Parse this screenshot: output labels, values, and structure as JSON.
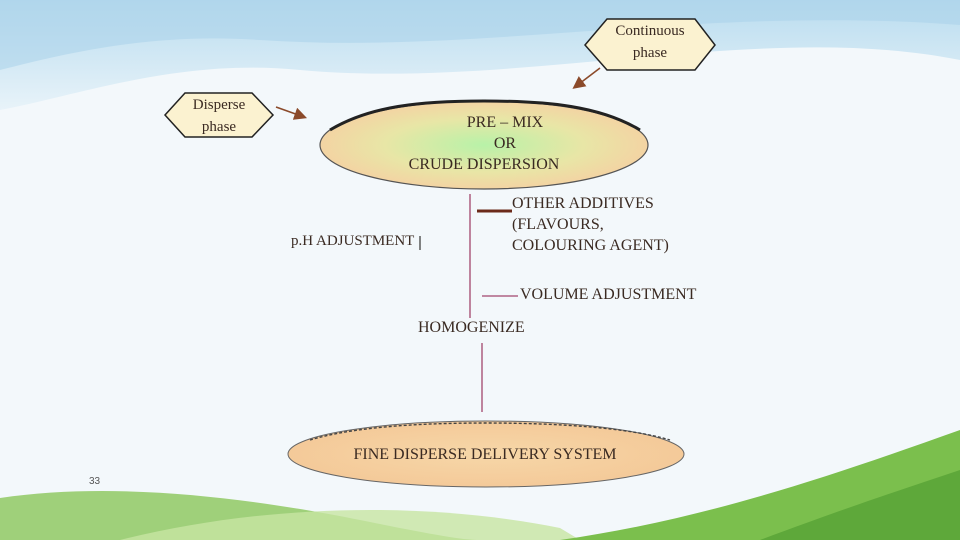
{
  "slide": {
    "number": "33",
    "colors": {
      "ellipse_fill": "#f6cfa2",
      "ellipse_glow": "#b8f2a8",
      "line_color": "#a2456d",
      "arrow_color": "#8b4a2a",
      "hex_fill": "#fbf2d0",
      "text_color": "#3a2a22"
    }
  },
  "diagram": {
    "continuous_phase": {
      "line1": "Continuous",
      "line2": "phase"
    },
    "disperse_phase": {
      "line1": "Disperse",
      "line2": "phase"
    },
    "premix": {
      "line1": "PRE – MIX",
      "line2": "OR",
      "line3": "CRUDE DISPERSION"
    },
    "ph_adjustment": "p.H ADJUSTMENT",
    "other_additives": {
      "line1": "OTHER ADDITIVES",
      "line2": "(FLAVOURS,",
      "line3": "COLOURING AGENT)"
    },
    "volume_adjustment": "VOLUME ADJUSTMENT",
    "homogenize": "HOMOGENIZE",
    "final": "FINE DISPERSE DELIVERY SYSTEM"
  }
}
